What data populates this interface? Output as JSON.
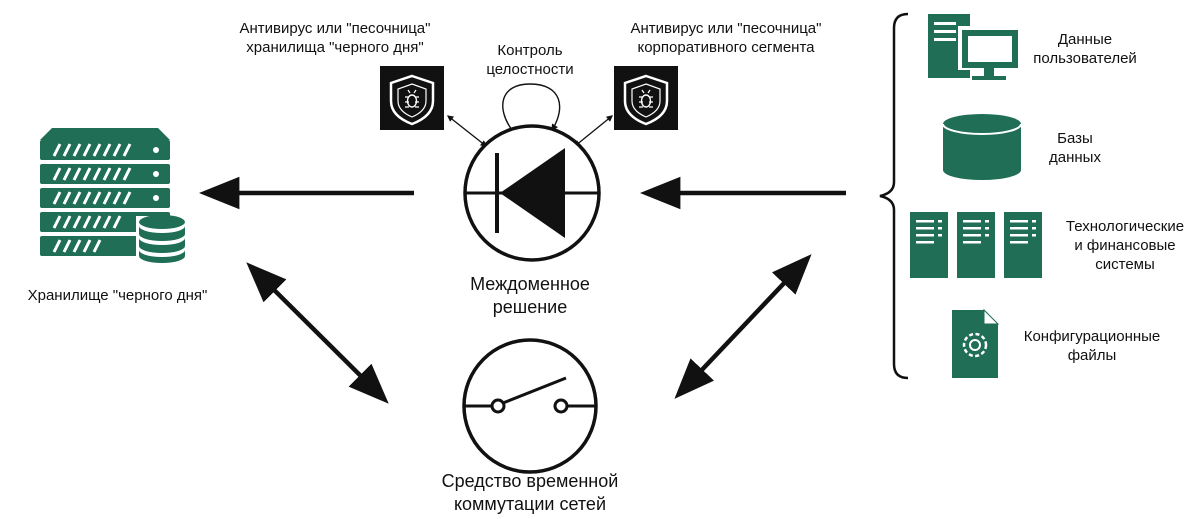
{
  "colors": {
    "accent": "#1f6e55",
    "accent_light": "#ffffff",
    "ink": "#111111",
    "badge_bg": "#111111"
  },
  "labels": {
    "antivirus_blackday": "Антивирус или \"песочница\"\nхранилища \"черного дня\"",
    "integrity_control": "Контроль\nцелостности",
    "antivirus_corporate": "Антивирус или \"песочница\"\nкорпоративного сегмента",
    "blackday_storage": "Хранилище \"черного дня\"",
    "interdomain_solution": "Междоменное\nрешение",
    "network_switch": "Средство временной\nкоммутации сетей",
    "user_data": "Данные\nпользователей",
    "databases": "Базы\nданных",
    "tech_fin_systems": "Технологические\nи финансовые\nсистемы",
    "config_files": "Конфигурационные\nфайлы"
  },
  "icons": {
    "shield_left": "shield-bug-icon",
    "shield_right": "shield-bug-icon",
    "server_rack": "server-rack-icon",
    "database": "database-icon",
    "workstation": "workstation-icon",
    "server_towers": "server-tower-icon",
    "config_file": "config-file-gear-icon",
    "diode": "diode-symbol-icon",
    "switch": "switch-symbol-icon"
  }
}
